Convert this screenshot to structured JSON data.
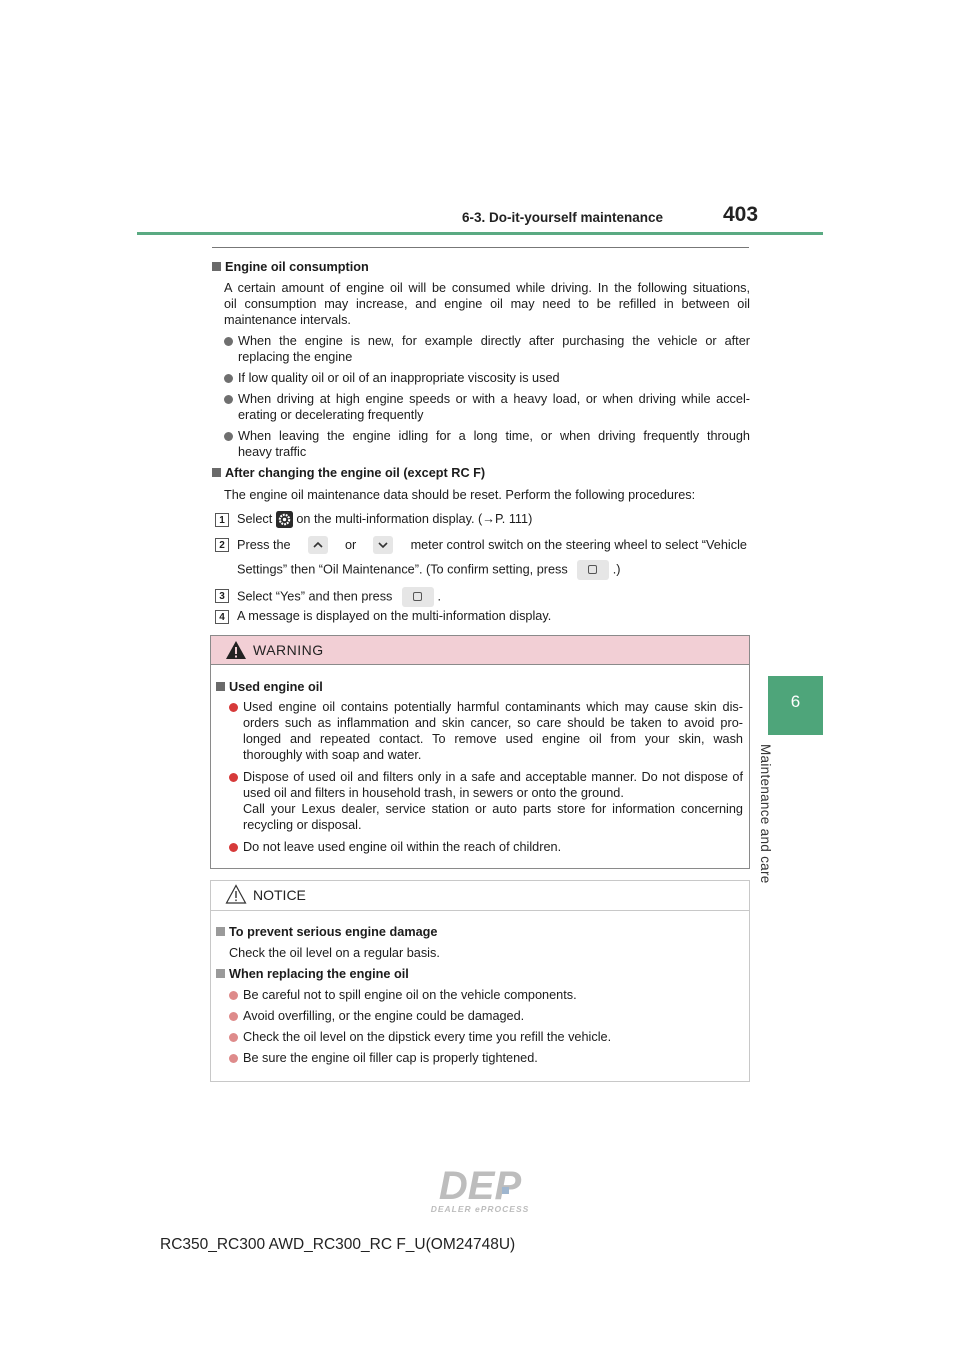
{
  "header": {
    "section": "6-3. Do-it-yourself maintenance",
    "page_number": "403"
  },
  "side_tab": {
    "number": "6",
    "label": "Maintenance and care"
  },
  "oil_consumption": {
    "heading": "Engine oil consumption",
    "intro_l1": "A certain amount of engine oil will be consumed while driving. In the following situations,",
    "intro_l2": "oil consumption may increase, and engine oil may need to be refilled in between oil",
    "intro_l3": "maintenance intervals.",
    "b1_l1": "When the engine is new, for example directly after purchasing the vehicle or after",
    "b1_l2": "replacing the engine",
    "b2_l1": "If low quality oil or oil of an inappropriate viscosity is used",
    "b3_l1": "When driving at high engine speeds or with a heavy load, or when driving while accel-",
    "b3_l2": "erating or decelerating frequently",
    "b4_l1": "When leaving the engine idling for a long time, or when driving frequently through",
    "b4_l2": "heavy traffic"
  },
  "after_change": {
    "heading": "After changing the engine oil (except RC F)",
    "intro": "The engine oil maintenance data should be reset. Perform the following procedures:",
    "step1_num": "1",
    "step1_a": "Select",
    "step1_b": "on the multi-information display. (→P. 111)",
    "step2_num": "2",
    "step2_a": "Press the",
    "step2_b": "or",
    "step2_c": "meter control switch on the steering wheel to select “Vehicle",
    "step2_d": "Settings” then “Oil Maintenance”. (To confirm setting, press",
    "step2_e": ".)",
    "step3_num": "3",
    "step3_a": "Select “Yes” and then press",
    "step3_b": ".",
    "step4_num": "4",
    "step4_a": "A message is displayed on the multi-information display."
  },
  "warning": {
    "title": "WARNING",
    "heading": "Used engine oil",
    "b1_l1": "Used engine oil contains potentially harmful contaminants which may cause skin dis-",
    "b1_l2": "orders such as inflammation and skin cancer, so care should be taken to avoid pro-",
    "b1_l3": "longed and repeated contact. To remove used engine oil from your skin, wash",
    "b1_l4": "thoroughly with soap and water.",
    "b2_l1": "Dispose of used oil and filters only in a safe and acceptable manner. Do not dispose of",
    "b2_l2": "used oil and filters in household trash, in sewers or onto the ground.",
    "b2_l3": "Call your Lexus dealer, service station or auto parts store for information concerning",
    "b2_l4": "recycling or disposal.",
    "b3_l1": "Do not leave used engine oil within the reach of children."
  },
  "notice": {
    "title": "NOTICE",
    "h1": "To prevent serious engine damage",
    "p1": "Check the oil level on a regular basis.",
    "h2": "When replacing the engine oil",
    "b1": "Be careful not to spill engine oil on the vehicle components.",
    "b2": "Avoid overfilling, or the engine could be damaged.",
    "b3": "Check the oil level on the dipstick every time you refill the vehicle.",
    "b4": "Be sure the engine oil filler cap is properly tightened."
  },
  "footer": {
    "model_code": "RC350_RC300 AWD_RC300_RC F_U(OM24748U)"
  },
  "logo": {
    "text": "DEP",
    "tagline": "DEALER ePROCESS"
  },
  "colors": {
    "accent_green": "#4ea57a",
    "warning_bg": "#f2cfd5",
    "bullet_red": "#d63a3a"
  }
}
